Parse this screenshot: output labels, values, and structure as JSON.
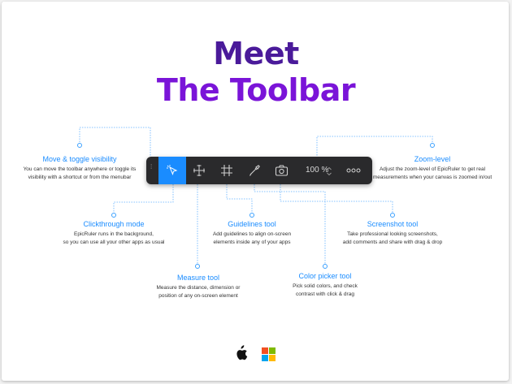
{
  "title": {
    "line1": "Meet",
    "line2": "The Toolbar"
  },
  "toolbar": {
    "tools": [
      {
        "name": "select",
        "icon": "cursor-icon",
        "active": true
      },
      {
        "name": "measure",
        "icon": "measure-icon"
      },
      {
        "name": "guidelines",
        "icon": "guidelines-icon"
      },
      {
        "name": "color-picker",
        "icon": "eyedropper-icon"
      },
      {
        "name": "screenshot",
        "icon": "camera-icon"
      },
      {
        "name": "more",
        "icon": "more-dots-icon"
      }
    ],
    "zoom_value": "100 %"
  },
  "features": {
    "move": {
      "label": "Move & toggle visibility",
      "desc": [
        "You can move the toolbar anywhere or toggle its",
        "visibility with a shortcut or from the menubar"
      ]
    },
    "zoom": {
      "label": "Zoom-level",
      "desc": [
        "Adjust the zoom-level of EpicRuler to get real",
        "measurements when your canvas is zoomed in/out"
      ]
    },
    "clickthrough": {
      "label": "Clickthrough mode",
      "desc": [
        "EpicRuler runs in the background,",
        "so you can use all your other apps as usual"
      ]
    },
    "guidelines": {
      "label": "Guidelines tool",
      "desc": [
        "Add guidelines to align on-screen",
        "elements inside any of your apps"
      ]
    },
    "screenshot": {
      "label": "Screenshot tool",
      "desc": [
        "Take professional looking screenshots,",
        "add comments and share with drag & drop"
      ]
    },
    "measure": {
      "label": "Measure tool",
      "desc": [
        "Measure the distance, dimension or",
        "position of any on-screen element"
      ]
    },
    "colorpicker": {
      "label": "Color picker tool",
      "desc": [
        "Pick solid colors, and check",
        "contrast with click & drag"
      ]
    }
  },
  "platforms": [
    {
      "name": "macOS",
      "icon": "apple-icon"
    },
    {
      "name": "Windows",
      "icon": "windows-icon"
    }
  ],
  "colors": {
    "accent": "#1a8cff",
    "title_dark": "#4a1a9a",
    "title_light": "#7a14d8",
    "toolbar_bg": "#2a2a2c"
  }
}
